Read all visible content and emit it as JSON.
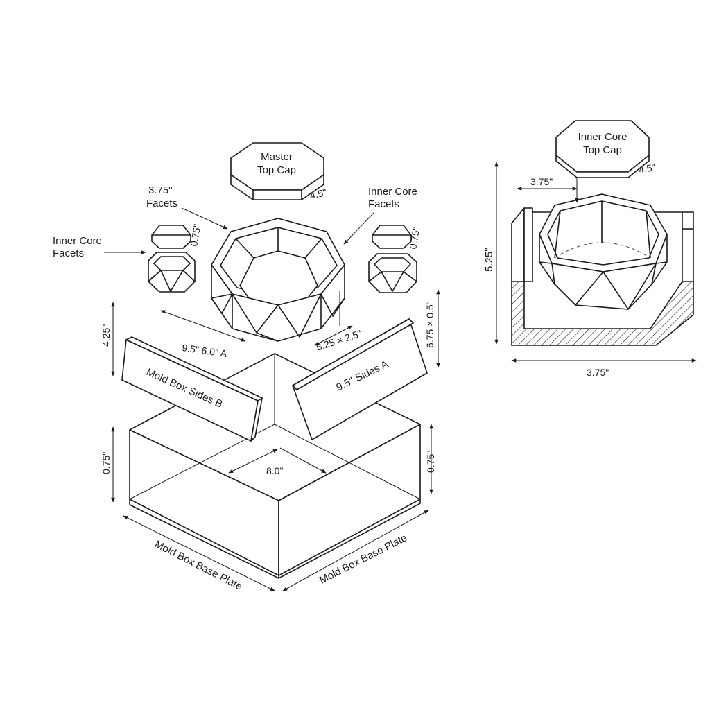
{
  "colors": {
    "ink": "#1a1a1a",
    "background": "#ffffff"
  },
  "labels": {
    "master_top_cap": [
      "Master",
      "Top Cap"
    ],
    "master_cap_dim": "4.5\"",
    "facets_left": [
      "3.75\"",
      "Facets"
    ],
    "inner_core_facets_left": [
      "Inner Core",
      "Facets"
    ],
    "inner_core_facets_right": [
      "Inner Core",
      "Facets"
    ],
    "small_cap_left_dim": "0.75\"",
    "small_cap_right_dim": "0.75\"",
    "dim_4_25": "4.25\"",
    "dim_9_5_6_0_a": "9.5\"  6.0\" A",
    "dim_8_25_2_5": "8.25 × 2.5\"",
    "dim_6_75_0_5": "6.75 × 0.5\"",
    "side_b": "Mold Box Sides B",
    "side_a": "9.5\" Sides A",
    "dim_0_75_left": "0.75\"",
    "dim_0_75_right": "0.75\"",
    "dim_8_0": "8.0\"",
    "base_plate_left": "Mold Box Base Plate",
    "base_plate_right": "Mold Box Base Plate",
    "inner_core_top_cap": [
      "Inner Core",
      "Top Cap"
    ],
    "inner_cap_dim": "4.5\"",
    "section_width_top": "3.75\"",
    "section_height": "5.25\"",
    "section_width_bottom": "3.75\""
  }
}
